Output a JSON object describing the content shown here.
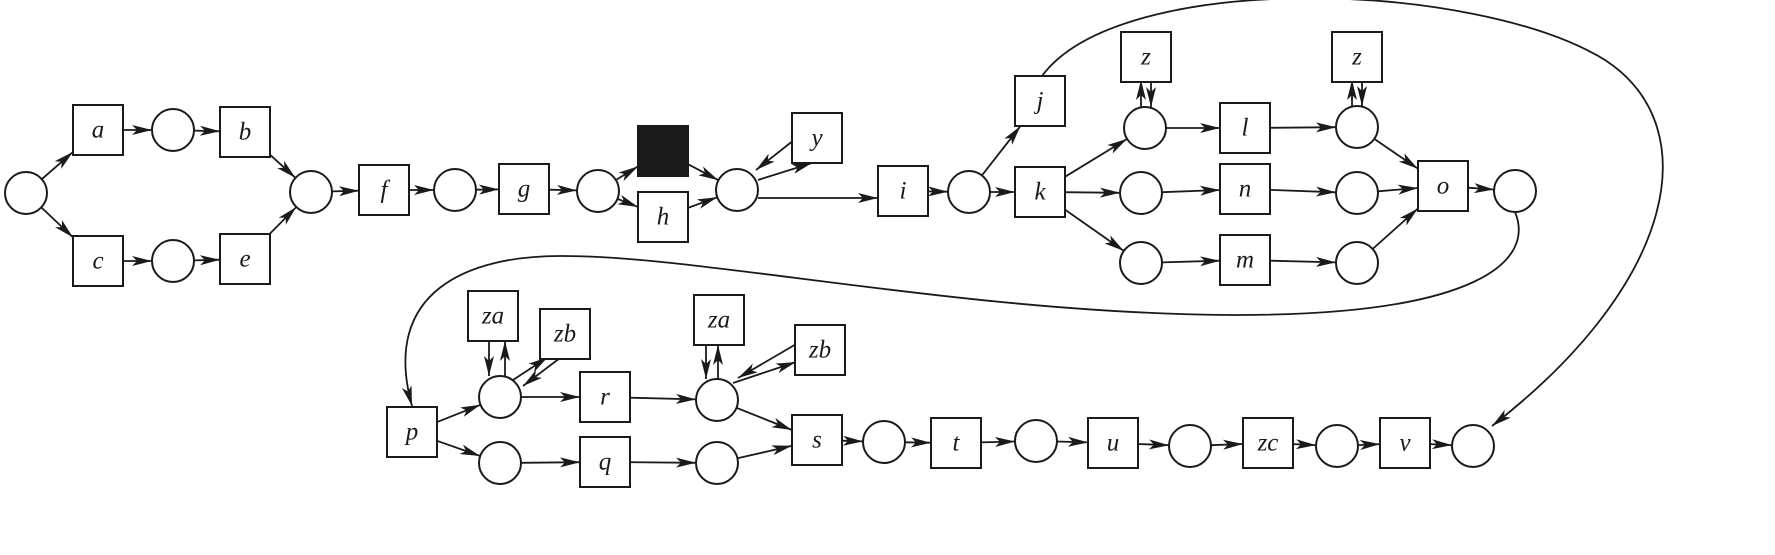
{
  "diagram": {
    "type": "petri-net",
    "transitions": [
      {
        "id": "a",
        "label": "a"
      },
      {
        "id": "b",
        "label": "b"
      },
      {
        "id": "c",
        "label": "c"
      },
      {
        "id": "e",
        "label": "e"
      },
      {
        "id": "f",
        "label": "f"
      },
      {
        "id": "g",
        "label": "g"
      },
      {
        "id": "silent",
        "label": ""
      },
      {
        "id": "h",
        "label": "h"
      },
      {
        "id": "y",
        "label": "y"
      },
      {
        "id": "i",
        "label": "i"
      },
      {
        "id": "j",
        "label": "j"
      },
      {
        "id": "k",
        "label": "k"
      },
      {
        "id": "z1",
        "label": "z"
      },
      {
        "id": "l",
        "label": "l"
      },
      {
        "id": "z2",
        "label": "z"
      },
      {
        "id": "n",
        "label": "n"
      },
      {
        "id": "m",
        "label": "m"
      },
      {
        "id": "o",
        "label": "o"
      },
      {
        "id": "p",
        "label": "p"
      },
      {
        "id": "za1",
        "label": "za"
      },
      {
        "id": "zb1",
        "label": "zb"
      },
      {
        "id": "r",
        "label": "r"
      },
      {
        "id": "q",
        "label": "q"
      },
      {
        "id": "za2",
        "label": "za"
      },
      {
        "id": "zb2",
        "label": "zb"
      },
      {
        "id": "s",
        "label": "s"
      },
      {
        "id": "t",
        "label": "t"
      },
      {
        "id": "u",
        "label": "u"
      },
      {
        "id": "zc",
        "label": "zc"
      },
      {
        "id": "v",
        "label": "v"
      }
    ],
    "places": [
      "P0",
      "P1",
      "P2",
      "P3",
      "P4",
      "P5",
      "P6",
      "P7",
      "P8",
      "P9",
      "P10",
      "P11",
      "P12",
      "P13",
      "P14",
      "P15",
      "P16",
      "P17",
      "P18",
      "P19",
      "P20",
      "P21",
      "P22",
      "P23",
      "P24",
      "P25"
    ],
    "arcs": [
      [
        "P0",
        "a"
      ],
      [
        "P0",
        "c"
      ],
      [
        "a",
        "P1"
      ],
      [
        "P1",
        "b"
      ],
      [
        "c",
        "P2"
      ],
      [
        "P2",
        "e"
      ],
      [
        "b",
        "P3"
      ],
      [
        "e",
        "P3"
      ],
      [
        "P3",
        "f"
      ],
      [
        "f",
        "P4"
      ],
      [
        "P4",
        "g"
      ],
      [
        "g",
        "P5"
      ],
      [
        "P5",
        "silent"
      ],
      [
        "P5",
        "h"
      ],
      [
        "silent",
        "P6"
      ],
      [
        "h",
        "P6"
      ],
      [
        "P6",
        "y"
      ],
      [
        "y",
        "P6"
      ],
      [
        "P6",
        "i"
      ],
      [
        "i",
        "P7"
      ],
      [
        "P7",
        "j"
      ],
      [
        "P7",
        "k"
      ],
      [
        "k",
        "P8"
      ],
      [
        "k",
        "P9"
      ],
      [
        "k",
        "P10"
      ],
      [
        "P8",
        "z1"
      ],
      [
        "z1",
        "P8"
      ],
      [
        "P8",
        "l"
      ],
      [
        "l",
        "P11"
      ],
      [
        "P11",
        "z2"
      ],
      [
        "z2",
        "P11"
      ],
      [
        "P9",
        "n"
      ],
      [
        "n",
        "P12"
      ],
      [
        "P10",
        "m"
      ],
      [
        "m",
        "P13"
      ],
      [
        "P11",
        "o"
      ],
      [
        "P12",
        "o"
      ],
      [
        "P13",
        "o"
      ],
      [
        "o",
        "P14"
      ],
      [
        "P14",
        "p"
      ],
      [
        "j",
        "P25"
      ],
      [
        "p",
        "P15"
      ],
      [
        "p",
        "P16"
      ],
      [
        "P15",
        "za1"
      ],
      [
        "za1",
        "P15"
      ],
      [
        "P15",
        "zb1"
      ],
      [
        "zb1",
        "P15"
      ],
      [
        "P15",
        "r"
      ],
      [
        "r",
        "P17"
      ],
      [
        "P17",
        "za2"
      ],
      [
        "za2",
        "P17"
      ],
      [
        "P17",
        "zb2"
      ],
      [
        "zb2",
        "P17"
      ],
      [
        "P16",
        "q"
      ],
      [
        "q",
        "P18"
      ],
      [
        "P17",
        "s"
      ],
      [
        "P18",
        "s"
      ],
      [
        "s",
        "P19"
      ],
      [
        "P19",
        "t"
      ],
      [
        "t",
        "P20"
      ],
      [
        "P20",
        "u"
      ],
      [
        "u",
        "P21"
      ],
      [
        "P21",
        "zc"
      ],
      [
        "zc",
        "P22"
      ],
      [
        "P22",
        "v"
      ],
      [
        "v",
        "P25"
      ]
    ]
  }
}
